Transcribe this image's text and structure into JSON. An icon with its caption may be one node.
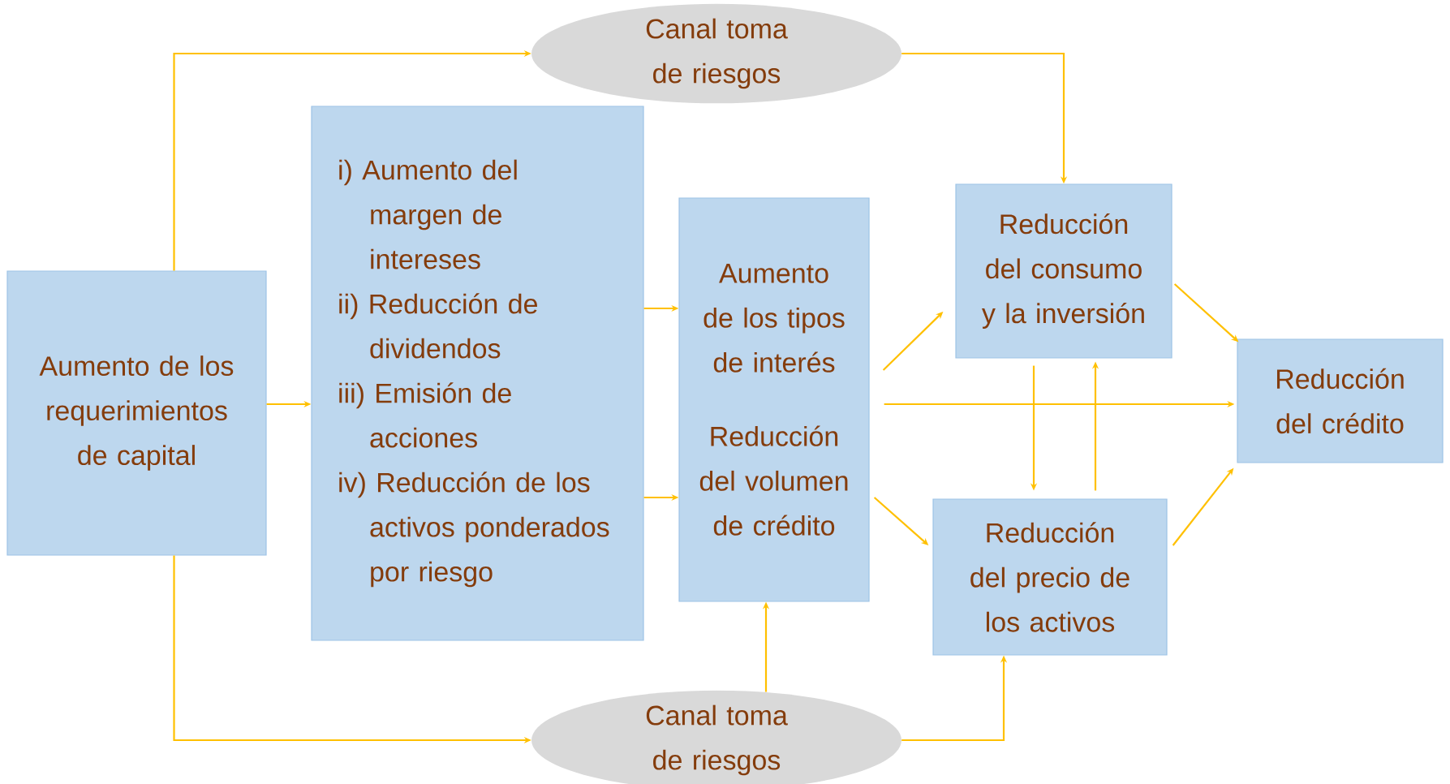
{
  "diagram": {
    "nodes": [
      {
        "text": [
          "Aumento de los requerimientos de capital"
        ]
      },
      {
        "text": [
          "Canal toma de riesgos"
        ]
      },
      {
        "text": [
          "i) Aumento del margen de intereses",
          "ii) Reducción de dividendos",
          "iii) Emisión de acciones",
          "iv) Reducción de los activos ponderados por riesgo"
        ]
      },
      {
        "text": [
          "Aumento de los tipos de interés",
          "Reducción del volumen de crédito"
        ]
      },
      {
        "text": [
          "Reducción del consumo y la inversión"
        ]
      },
      {
        "text": [
          "Reducción del precio de los activos"
        ]
      },
      {
        "text": [
          "Reducción del crédito"
        ]
      },
      {
        "text": [
          "Canal toma de riesgos"
        ]
      }
    ],
    "edges": [
      {
        "from": 0,
        "to": 1,
        "arrow": "to"
      },
      {
        "from": 1,
        "to": 4,
        "arrow": "to"
      },
      {
        "from": 0,
        "to": 2,
        "arrow": "to"
      },
      {
        "from": 2,
        "to": 3,
        "arrow": "to"
      },
      {
        "from": 2,
        "to": 3,
        "arrow": "to"
      },
      {
        "from": 3,
        "to": 4,
        "arrow": "to"
      },
      {
        "from": 3,
        "to": 6,
        "arrow": "to"
      },
      {
        "from": 3,
        "to": 5,
        "arrow": "to"
      },
      {
        "from": 4,
        "to": 5,
        "arrow": "to"
      },
      {
        "from": 5,
        "to": 4,
        "arrow": "to"
      },
      {
        "from": 4,
        "to": 6,
        "arrow": "to"
      },
      {
        "from": 5,
        "to": 6,
        "arrow": "to"
      },
      {
        "from": 0,
        "to": 7,
        "arrow": "to"
      },
      {
        "from": 7,
        "to": 3,
        "arrow": "to"
      },
      {
        "from": 7,
        "to": 5,
        "arrow": "to"
      }
    ]
  }
}
